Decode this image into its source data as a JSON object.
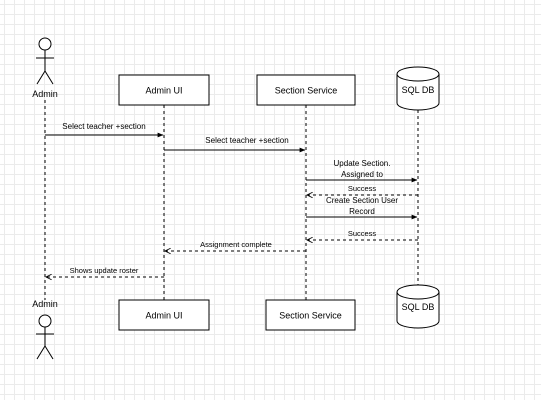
{
  "participants": {
    "actor": "Admin",
    "admin_ui": "Admin UI",
    "section_service": "Section Service",
    "sql_db": "SQL DB"
  },
  "messages": [
    {
      "from": "Admin",
      "to": "Admin UI",
      "text": [
        "Select teacher +section"
      ],
      "kind": "sync"
    },
    {
      "from": "Admin UI",
      "to": "Section Service",
      "text": [
        "Select teacher +section"
      ],
      "kind": "sync"
    },
    {
      "from": "Section Service",
      "to": "SQL DB",
      "text": [
        "Update Section.",
        "Assigned to"
      ],
      "kind": "sync"
    },
    {
      "from": "SQL DB",
      "to": "Section Service",
      "text": [
        "Success"
      ],
      "kind": "return"
    },
    {
      "from": "Section Service",
      "to": "SQL DB",
      "text": [
        "Create Section User",
        "Record"
      ],
      "kind": "sync"
    },
    {
      "from": "SQL DB",
      "to": "Section Service",
      "text": [
        "Success"
      ],
      "kind": "return"
    },
    {
      "from": "Section Service",
      "to": "Admin UI",
      "text": [
        "Assignment complete"
      ],
      "kind": "return"
    },
    {
      "from": "Admin UI",
      "to": "Admin",
      "text": [
        "Shows update roster"
      ],
      "kind": "return"
    }
  ]
}
